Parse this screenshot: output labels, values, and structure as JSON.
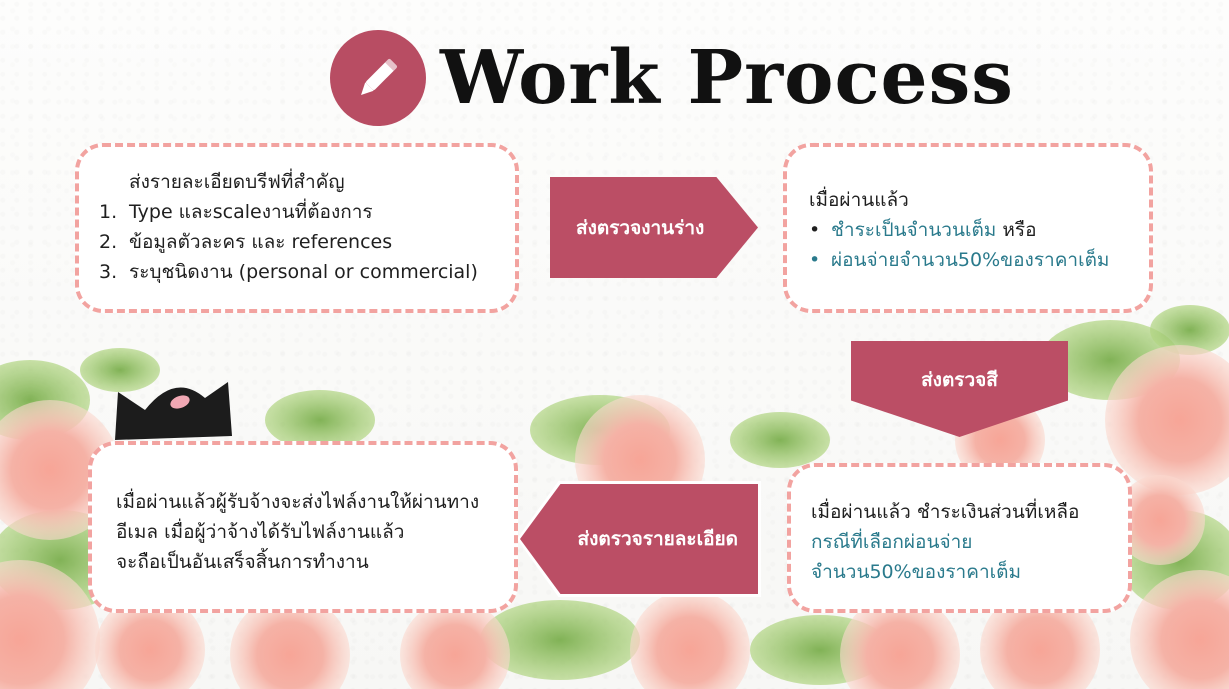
{
  "title": "Work Process",
  "icons": {
    "title": "pencil-icon",
    "sparkle": "sparkle-icon",
    "cat": "cat-illustration"
  },
  "colors": {
    "accent": "#bb4e65",
    "box_border": "#f2a3a0",
    "teal_text": "#2a7a8c"
  },
  "step1": {
    "intro": "ส่งรายละเอียดบรีฟที่สำคัญ",
    "items": [
      {
        "num": "1.",
        "text": "Type และscaleงานที่ต้องการ"
      },
      {
        "num": "2.",
        "text": "ข้อมูลตัวละคร และ references"
      },
      {
        "num": "3.",
        "text": "ระบุชนิดงาน (personal or commercial)"
      }
    ]
  },
  "arrow1": {
    "label": "ส่งตรวจงานร่าง"
  },
  "step2": {
    "intro": "เมื่อผ่านแล้ว",
    "bullet_symbol": "•",
    "items": [
      {
        "text": "ชำระเป็นจำนวนเต็ม",
        "suffix": " หรือ"
      },
      {
        "text": "ผ่อนจ่ายจำนวน50%ของราคาเต็ม",
        "suffix": ""
      }
    ]
  },
  "arrow2": {
    "label": "ส่งตรวจสี"
  },
  "step3": {
    "line1": "เมื่อผ่านแล้ว ชำระเงินส่วนที่เหลือ",
    "line2": "กรณีที่เลือกผ่อนจ่าย",
    "line3": "จำนวน50%ของราคาเต็ม"
  },
  "arrow3": {
    "label": "ส่งตรวจรายละเอียด"
  },
  "step4": {
    "line1": "เมื่อผ่านแล้วผู้รับจ้างจะส่งไฟล์งานให้ผ่านทาง",
    "line2": "อีเมล เมื่อผู้ว่าจ้างได้รับไฟล์งานแล้ว",
    "line3": "จะถือเป็นอันเสร็จสิ้นการทำงาน"
  }
}
